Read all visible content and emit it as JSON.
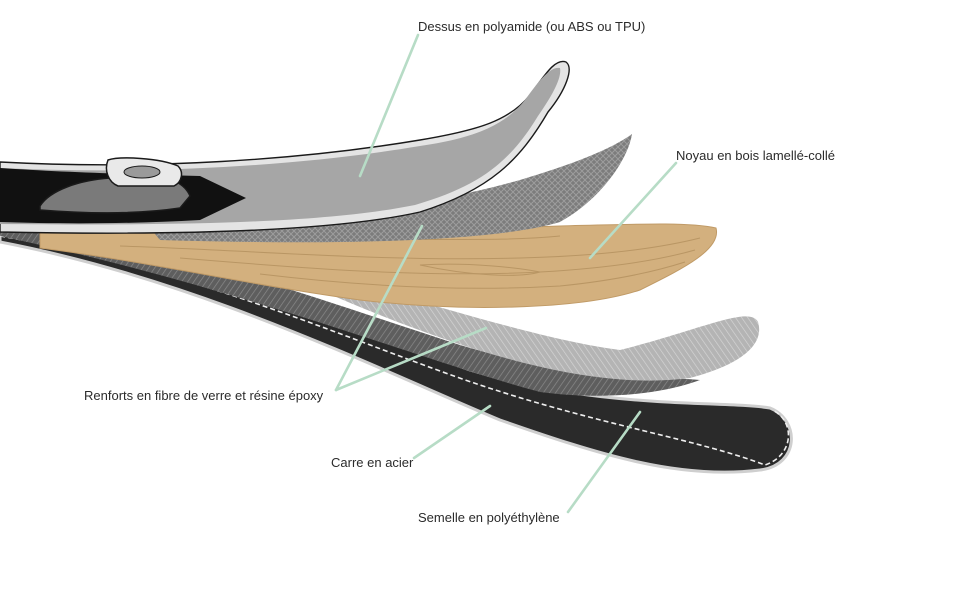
{
  "labels": {
    "top_sheet": "Dessus en polyamide (ou ABS ou TPU)",
    "core": "Noyau en bois lamellé-collé",
    "fiber": "Renforts en fibre de verre et résine époxy",
    "edge": "Carre en acier",
    "base": "Semelle en polyéthylène"
  },
  "colors": {
    "leader": "#b7dcc6",
    "top_sheet": "#a6a6a6",
    "top_sheet_rim": "#e4e4e4",
    "binding_zone": "#111111",
    "wood": "#d3b07e",
    "wood_grain": "#b99664",
    "fiber_dark": "#6e6e6e",
    "fiber_light": "#bcbcbc",
    "base": "#2a2a2a",
    "edge": "#d9d9d9"
  },
  "icons": {
    "binding": "ski-binding-icon"
  }
}
